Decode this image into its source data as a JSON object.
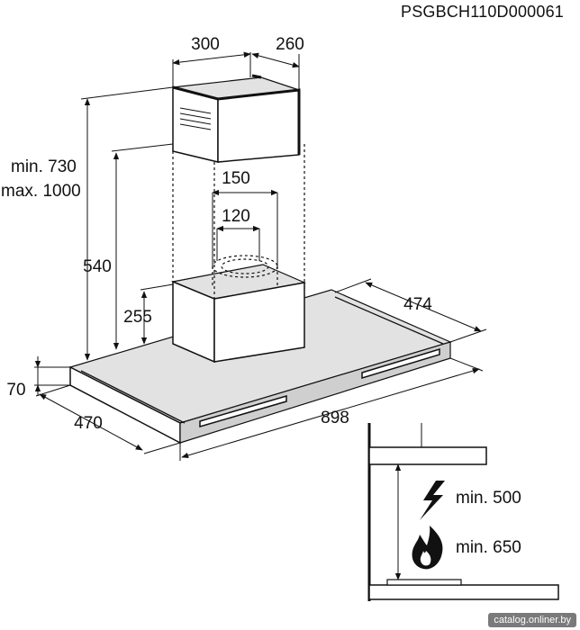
{
  "model_code": "PSGBCH110D000061",
  "chimney": {
    "width": "300",
    "depth": "260"
  },
  "height": {
    "min_label": "min. 730",
    "max_label": "max. 1000"
  },
  "duct": {
    "outer": "150",
    "inner": "120"
  },
  "body_height_540": "540",
  "lower_chimney_255": "255",
  "canopy_thickness": "70",
  "canopy_depth": "474",
  "canopy_side": "470",
  "canopy_width": "898",
  "clearance": {
    "electric": "min. 500",
    "gas": "min. 650"
  },
  "icons": {
    "electric": "lightning-bolt-icon",
    "gas": "flame-icon"
  },
  "watermark": "catalog.onliner.by"
}
